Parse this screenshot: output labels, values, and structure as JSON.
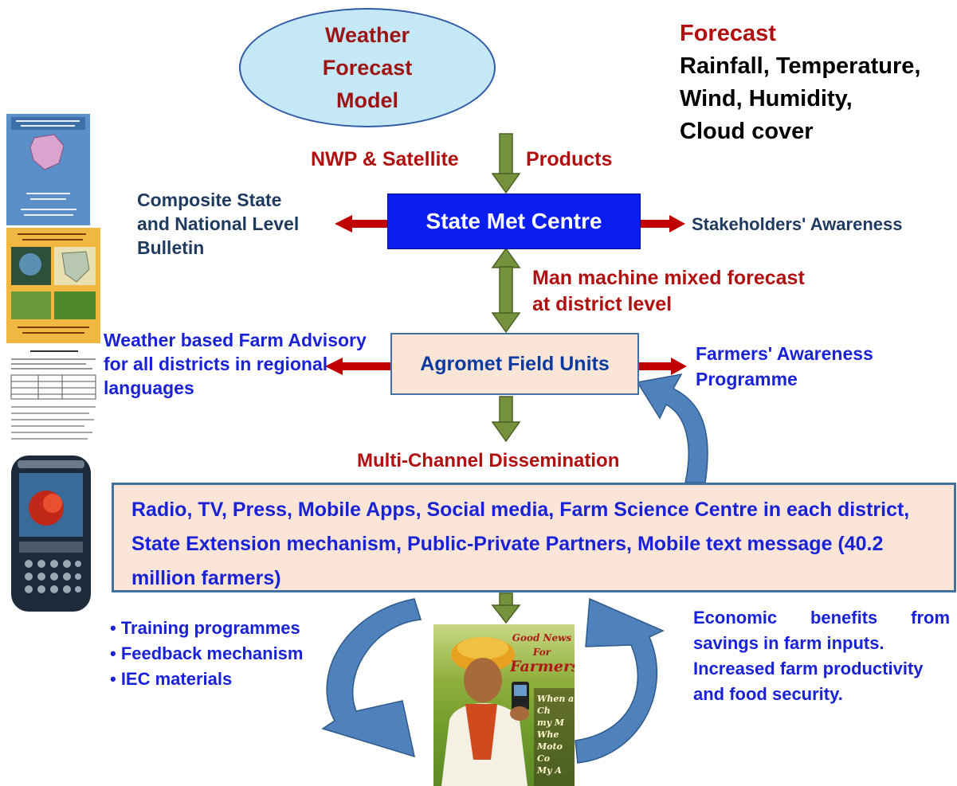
{
  "model": {
    "lines": [
      "Weather",
      "Forecast",
      "Model"
    ]
  },
  "forecast": {
    "heading": "Forecast",
    "lines": [
      "Rainfall, Temperature,",
      "Wind, Humidity,",
      "Cloud cover"
    ]
  },
  "arrow_labels": {
    "nwp": "NWP & Satellite",
    "products": "Products",
    "man_machine_1": "Man machine mixed forecast",
    "man_machine_2": "at district level",
    "dissemination": "Multi-Channel Dissemination"
  },
  "state_met_centre": {
    "label": "State Met Centre",
    "left_lines": [
      "Composite State",
      "and National Level",
      "Bulletin"
    ],
    "right": "Stakeholders' Awareness"
  },
  "agromet": {
    "label": "Agromet Field Units",
    "left_lines": [
      "Weather based Farm Advisory",
      "for all districts in regional",
      "languages"
    ],
    "right_lines": [
      "Farmers' Awareness",
      "Programme"
    ]
  },
  "channels": {
    "text": "Radio, TV, Press, Mobile Apps, Social media, Farm Science Centre in each district, State Extension mechanism, Public-Private Partners, Mobile text message (40.2 million farmers)"
  },
  "feedback": {
    "items": [
      "• Training programmes",
      "• Feedback mechanism",
      "• IEC materials"
    ]
  },
  "benefits": {
    "lines": [
      "Economic benefits from",
      "savings in farm inputs.",
      "Increased farm productivity",
      "and food security."
    ]
  },
  "poster": {
    "headline": [
      "Good News For",
      "Farmers"
    ],
    "scraps": [
      "When a",
      "Ch",
      "my M",
      "Whe",
      "Moto",
      "Co",
      "My A"
    ]
  },
  "colors": {
    "dark_red": "#b01010",
    "navy": "#1f3a5f",
    "royal_blue": "#1a22d6",
    "box_blue": "#0a1ef0",
    "peach": "#fbe5d6",
    "sky": "#c5e8f7",
    "olive_arrow": "#76923c",
    "red_arrow": "#c00000",
    "curve_blue": "#4f81bd"
  }
}
